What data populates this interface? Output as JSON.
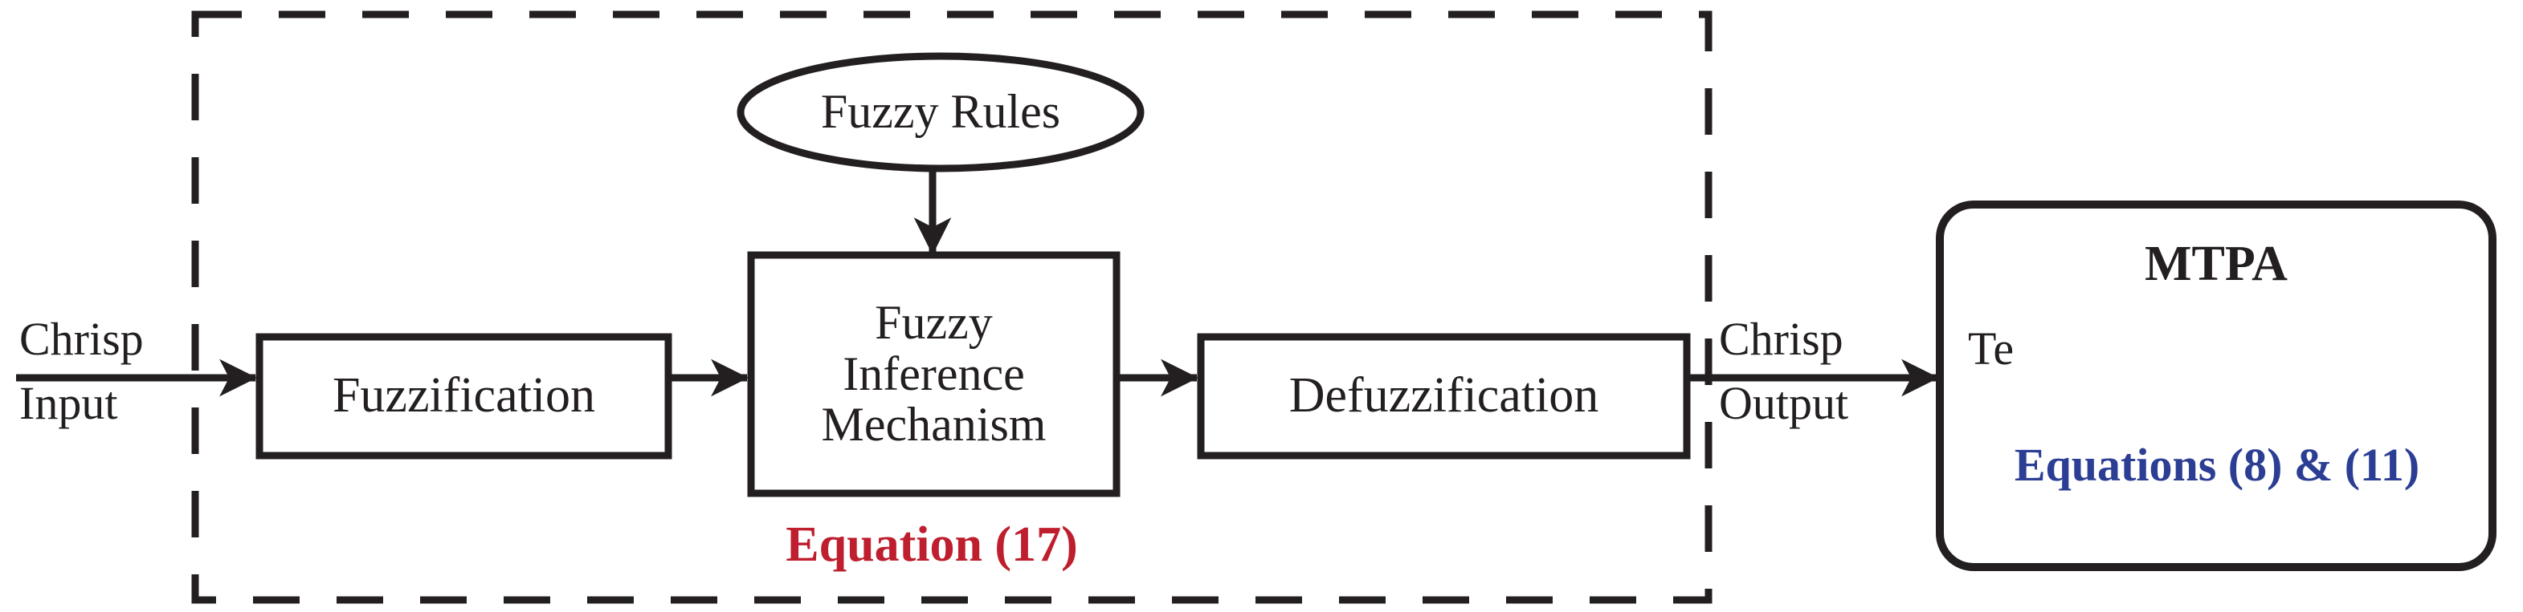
{
  "diagram": {
    "title": "Fuzzy logic controller block diagram with MTPA",
    "colors": {
      "stroke": "#231f20",
      "background": "#ffffff",
      "equation_red": "#BE1E2D",
      "equation_blue": "#2B3E94"
    },
    "dashed_group": {
      "name": "fuzzy-logic-controller-group",
      "caption": "Equation (17)",
      "caption_color": "#BE1E2D"
    },
    "nodes": {
      "fuzzy_rules": {
        "label": "Fuzzy Rules",
        "shape": "ellipse"
      },
      "fuzzification": {
        "label": "Fuzzification",
        "shape": "rectangle"
      },
      "fuzzy_inference": {
        "shape": "rectangle",
        "line1": "Fuzzy",
        "line2": "Inference",
        "line3": "Mechanism"
      },
      "defuzzification": {
        "label": "Defuzzification",
        "shape": "rectangle"
      },
      "mtpa": {
        "shape": "rounded-rectangle",
        "title": "MTPA",
        "input_symbol": "Te",
        "equations": "Equations (8) & (11)",
        "equations_color": "#2B3E94"
      }
    },
    "edge_labels": {
      "input": {
        "line1": "Chrisp",
        "line2": "Input"
      },
      "output": {
        "line1": "Chrisp",
        "line2": "Output"
      }
    },
    "arrows": [
      {
        "name": "input-to-fuzzification",
        "from": "Chrisp Input",
        "to": "Fuzzification"
      },
      {
        "name": "fuzzification-to-inference",
        "from": "Fuzzification",
        "to": "Fuzzy Inference Mechanism"
      },
      {
        "name": "rules-to-inference",
        "from": "Fuzzy Rules",
        "to": "Fuzzy Inference Mechanism"
      },
      {
        "name": "inference-to-defuzzification",
        "from": "Fuzzy Inference Mechanism",
        "to": "Defuzzification"
      },
      {
        "name": "defuzzification-to-mtpa",
        "from": "Defuzzification",
        "to": "MTPA"
      }
    ]
  }
}
